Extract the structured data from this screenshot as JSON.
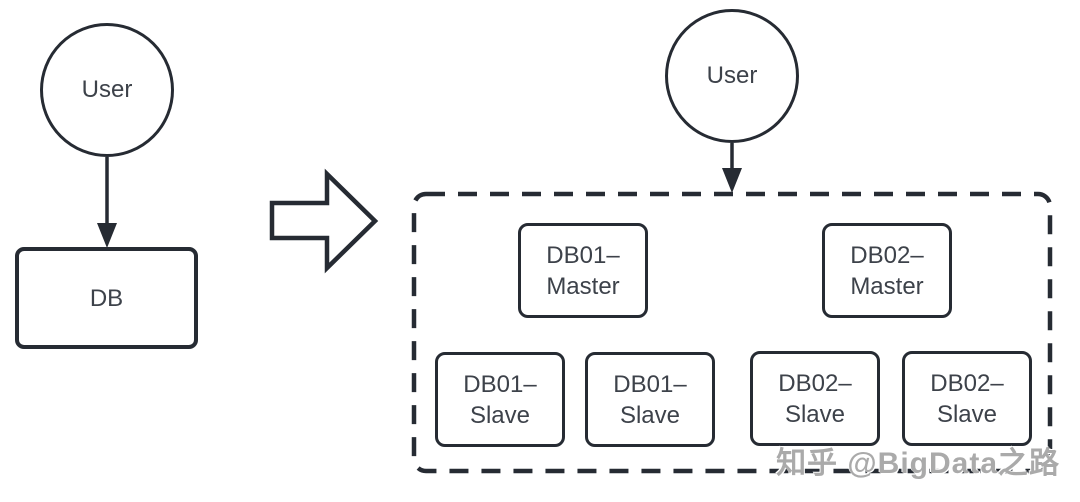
{
  "before": {
    "user_label": "User",
    "db_label": "DB"
  },
  "after": {
    "user_label": "User",
    "masters": [
      {
        "line1": "DB01–",
        "line2": "Master"
      },
      {
        "line1": "DB02–",
        "line2": "Master"
      }
    ],
    "slaves": [
      {
        "line1": "DB01–",
        "line2": "Slave"
      },
      {
        "line1": "DB01–",
        "line2": "Slave"
      },
      {
        "line1": "DB02–",
        "line2": "Slave"
      },
      {
        "line1": "DB02–",
        "line2": "Slave"
      }
    ]
  },
  "watermark": "知乎 @BigData之路",
  "colors": {
    "stroke": "#262b33",
    "text": "#3d424a",
    "watermark": "#aaaaaa",
    "background": "#ffffff"
  }
}
